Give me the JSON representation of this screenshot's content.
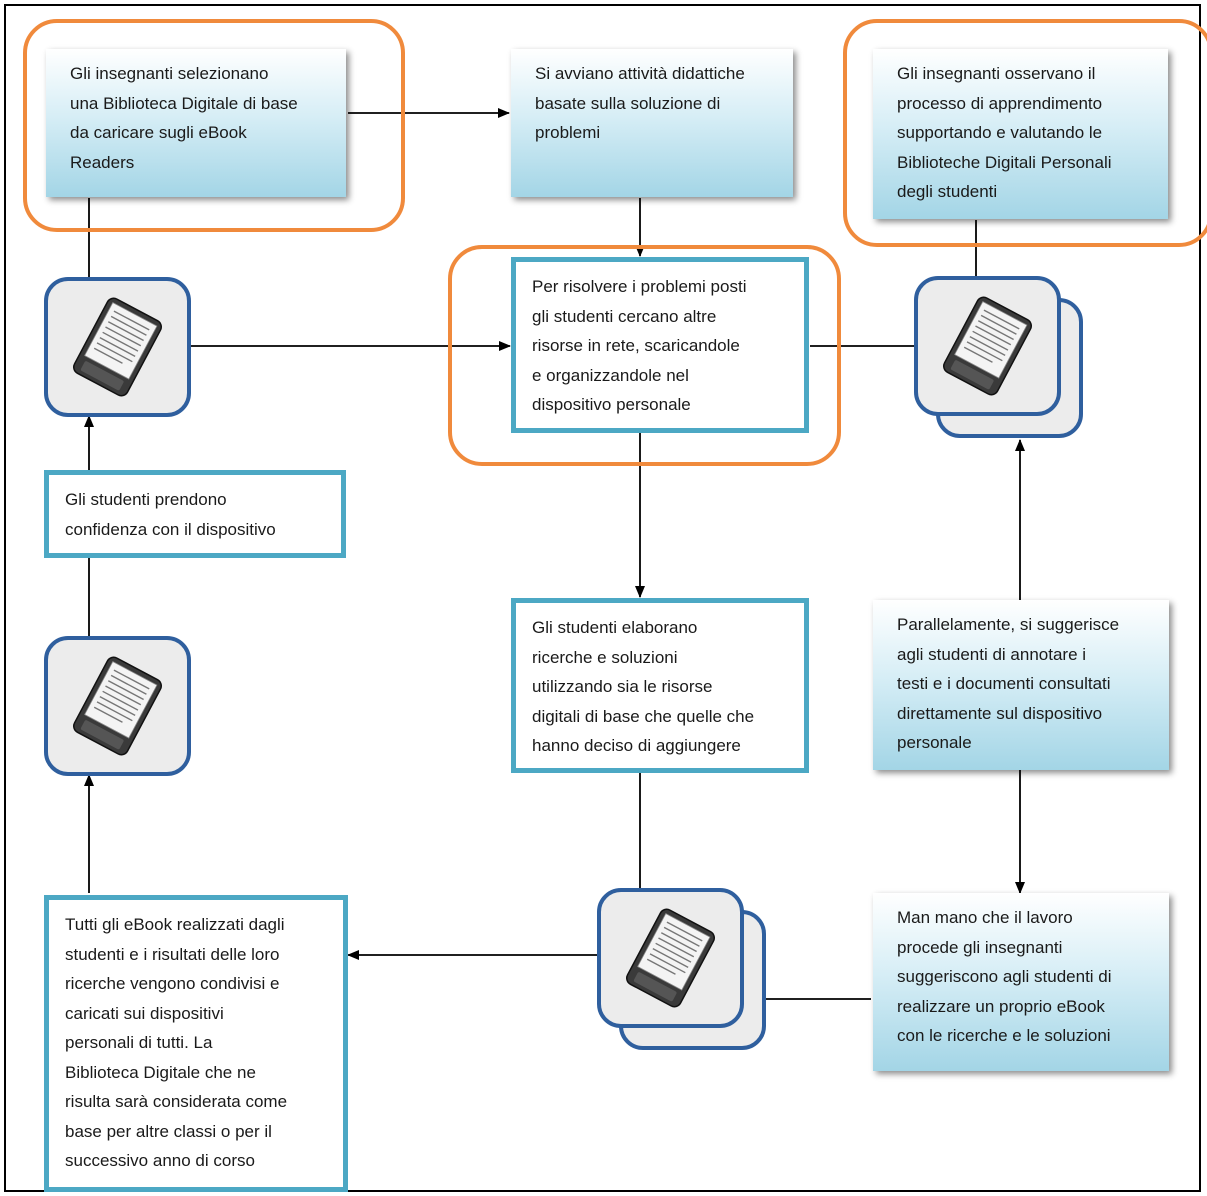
{
  "diagram": {
    "boxes": {
      "select_library": {
        "text": "Gli insegnanti selezionano\nuna Biblioteca Digitale di base\nda caricare sugli eBook\nReaders"
      },
      "start_activities": {
        "text": "Si avviano attività didattiche\nbasate sulla soluzione di\nproblemi"
      },
      "teachers_observe": {
        "text": "Gli insegnanti osservano il\nprocesso di apprendimento\nsupportando e valutando le\nBiblioteche Digitali Personali\ndegli studenti"
      },
      "students_search": {
        "text": "Per risolvere i problemi posti\ngli studenti cercano altre\nrisorse in rete, scaricandole\ne organizzandole nel\ndispositivo personale"
      },
      "students_familiarize": {
        "text": "Gli studenti prendono\nconfidenza con il dispositivo"
      },
      "students_elaborate": {
        "text": "Gli studenti elaborano\nricerche e soluzioni\nutilizzando sia le risorse\ndigitali di base che quelle che\nhanno deciso di aggiungere"
      },
      "annotate": {
        "text": "Parallelamente, si suggerisce\nagli studenti di annotare i\ntesti e i documenti  consultati\ndirettamente sul dispositivo\npersonale"
      },
      "create_ebook": {
        "text": "Man mano che il lavoro\nprocede gli insegnanti\nsuggeriscono agli studenti di\nrealizzare un proprio  eBook\ncon le ricerche e le soluzioni"
      },
      "share_ebooks": {
        "text": "Tutti gli eBook realizzati dagli\nstudenti e i risultati delle loro\nricerche vengono condivisi e\ncaricati sui dispositivi\npersonali di tutti. La\nBiblioteca Digitale che ne\nrisulta sarà considerata come\nbase per altre classi o per il\nsuccessivo anno di corso"
      }
    },
    "icons": [
      "ebook-reader-icon"
    ],
    "colors": {
      "highlight": "#f08a3c",
      "box_border": "#4ca8c4",
      "device_border": "#2f5f9e",
      "gradient_bottom": "#a3d5e6"
    }
  }
}
